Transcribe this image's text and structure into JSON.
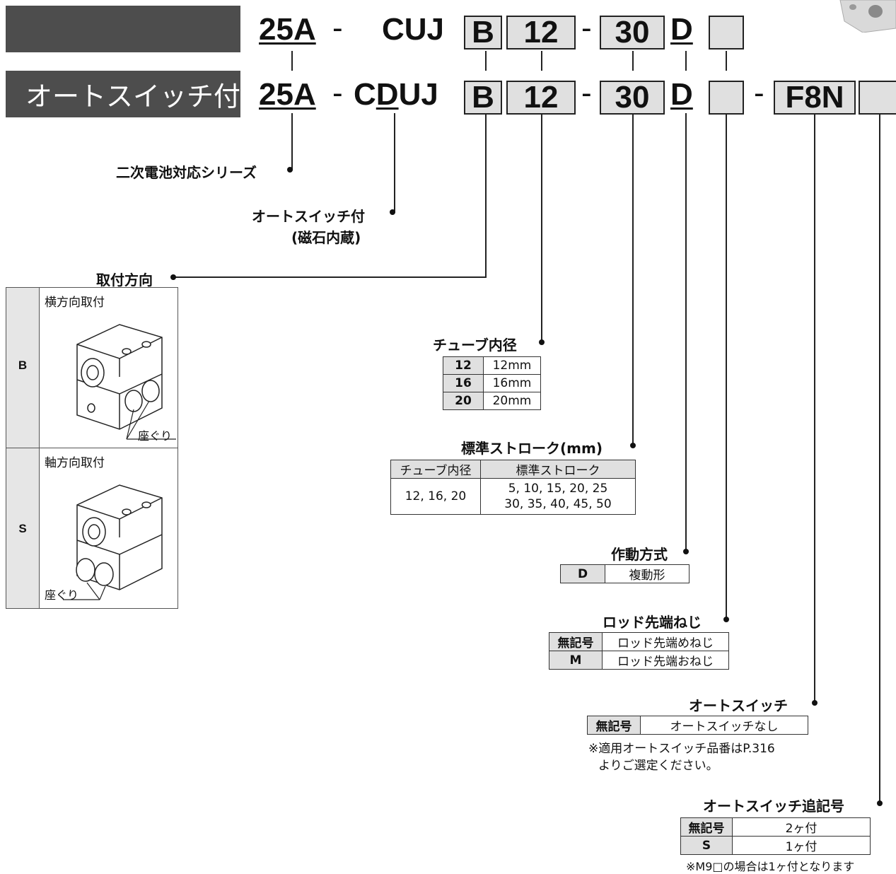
{
  "header": {
    "row1_bar_label": "",
    "row2_bar_label": "オートスイッチ付",
    "row1": {
      "series": "25A",
      "dash1": "-",
      "model": "CUJ",
      "mount": "B",
      "bore": "12",
      "dash2": "-",
      "stroke": "30",
      "action": "D",
      "thread": ""
    },
    "row2": {
      "series": "25A",
      "dash1": "-",
      "model": "CDUJ",
      "mount": "B",
      "bore": "12",
      "dash2": "-",
      "stroke": "30",
      "action": "D",
      "thread": "",
      "dash3": "-",
      "switch": "F8N",
      "switch_suffix": ""
    }
  },
  "labels": {
    "series": "二次電池対応シリーズ",
    "autoswitch_magnet_1": "オートスイッチ付",
    "autoswitch_magnet_2": "(磁石内蔵)",
    "mounting": "取付方向",
    "bore": "チューブ内径",
    "stroke": "標準ストローク(mm)",
    "action": "作動方式",
    "rod_thread": "ロッド先端ねじ",
    "autoswitch": "オートスイッチ",
    "autoswitch_count": "オートスイッチ追記号"
  },
  "mounting_options": [
    {
      "code": "B",
      "name": "横方向取付",
      "note": "座ぐり"
    },
    {
      "code": "S",
      "name": "軸方向取付",
      "note": "座ぐり"
    }
  ],
  "bore_table": [
    {
      "code": "12",
      "value": "12mm"
    },
    {
      "code": "16",
      "value": "16mm"
    },
    {
      "code": "20",
      "value": "20mm"
    }
  ],
  "stroke_table": {
    "headers": [
      "チューブ内径",
      "標準ストローク"
    ],
    "bore": "12, 16, 20",
    "strokes_line1": "5, 10, 15, 20, 25",
    "strokes_line2": "30, 35, 40, 45, 50"
  },
  "action_table": [
    {
      "code": "D",
      "value": "複動形"
    }
  ],
  "rod_table": [
    {
      "code": "無記号",
      "value": "ロッド先端めねじ"
    },
    {
      "code": "M",
      "value": "ロッド先端おねじ"
    }
  ],
  "switch_table": [
    {
      "code": "無記号",
      "value": "オートスイッチなし"
    }
  ],
  "switch_note_1": "※適用オートスイッチ品番はP.316",
  "switch_note_2": "よりご選定ください。",
  "count_table": [
    {
      "code": "無記号",
      "value": "2ヶ付"
    },
    {
      "code": "S",
      "value": "1ヶ付"
    }
  ],
  "count_note": "※M9□の場合は1ヶ付となります"
}
